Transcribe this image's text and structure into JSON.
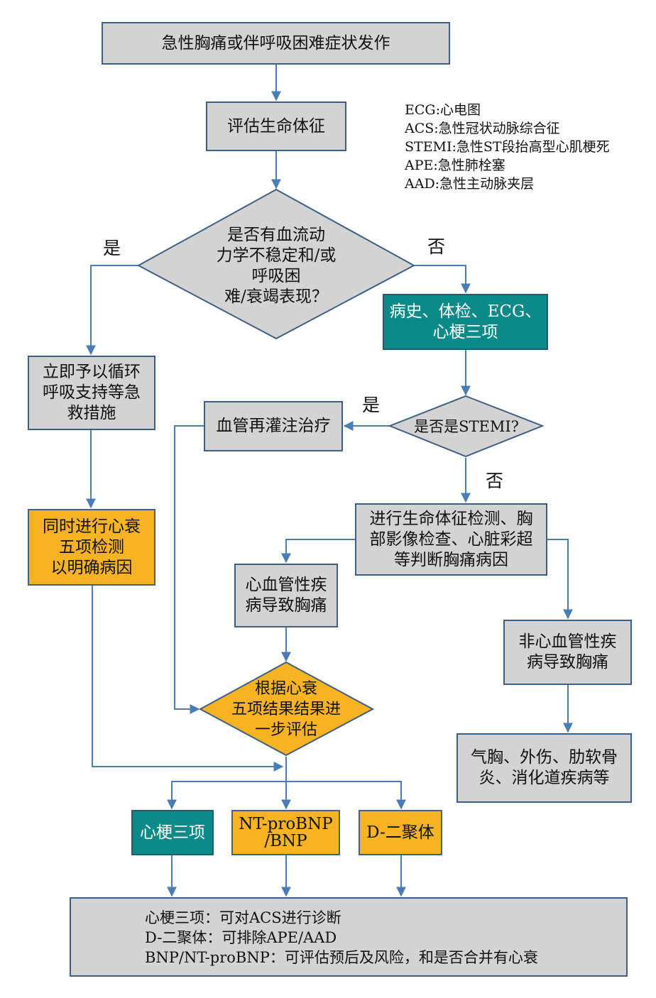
{
  "nodes": {
    "start": [
      "急性胸痛或伴呼吸困难症状发作"
    ],
    "vitals": [
      "评估生命体征"
    ],
    "unstable": [
      "是否有血流动",
      "力学不稳定和/或",
      "呼吸困",
      "难/衰竭表现？"
    ],
    "support": [
      "立即予以循环",
      "呼吸支持等急",
      "救措施"
    ],
    "history": [
      "病史、体检、ECG、",
      "心梗三项"
    ],
    "stemi": [
      "是否是STEMI?"
    ],
    "reperfusion": [
      "血管再灌注治疗"
    ],
    "hf_test": [
      "同时进行心衰",
      "五项检测",
      "以明确病因"
    ],
    "exams": [
      "进行生命体征检测、胸",
      "部影像检查、心脏彩超",
      "等判断胸痛病因"
    ],
    "cardio": [
      "心血管性疾",
      "病导致胸痛"
    ],
    "noncardio": [
      "非心血管性疾",
      "病导致胸痛"
    ],
    "assess": [
      "根据心衰",
      "五项结果结果进",
      "一步评估"
    ],
    "others": [
      "气胸、外伤、肋软骨",
      "炎、消化道疾病等"
    ],
    "troponin": [
      "心梗三项"
    ],
    "bnp": [
      "NT-proBNP",
      "/BNP"
    ],
    "ddimer": [
      "D-二聚体"
    ]
  },
  "edge_labels": {
    "unstable_yes": "是",
    "unstable_no": "否",
    "stemi_yes": "是",
    "stemi_no": "否"
  },
  "legend": [
    "ECG:心电图",
    "ACS:急性冠状动脉综合征",
    "STEMI:急性ST段抬高型心肌梗死",
    "APE:急性肺栓塞",
    "AAD:急性主动脉夹层"
  ],
  "notes": [
    "心梗三项：可对ACS进行诊断",
    "D-二聚体：可排除APE/AAD",
    "BNP/NT-proBNP：可评估预后及风险，和是否合并有心衰"
  ],
  "colors": {
    "gray": "#d3d3d3",
    "teal": "#0c8a8a",
    "amber": "#f8b322",
    "border": "#3d5f83",
    "arrow": "#4a7db5"
  }
}
